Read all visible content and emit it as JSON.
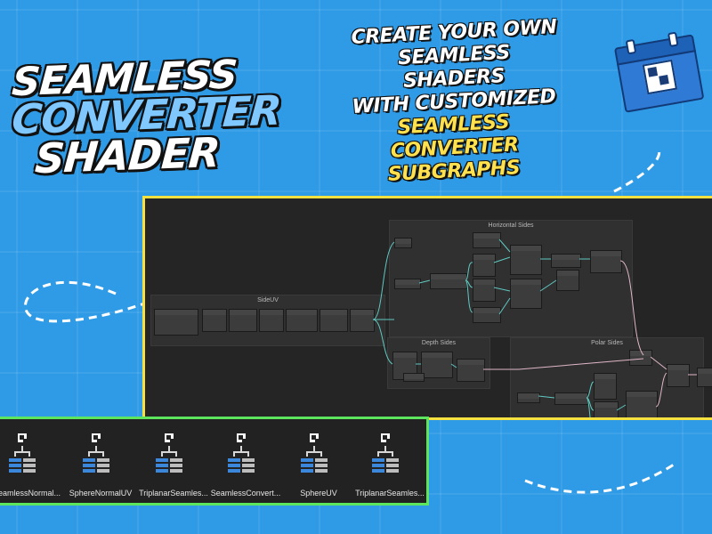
{
  "headline": {
    "line1": "SEAMLESS",
    "line2": "CONVERTER",
    "line3": "SHADER"
  },
  "tagline": {
    "line1": "CREATE YOUR OWN",
    "line2": "SEAMLESS",
    "line3": "SHADERS",
    "line4": "WITH CUSTOMIZED",
    "line5": "SEAMLESS CONVERTER",
    "line6": "SUBGRAPHS"
  },
  "graph": {
    "groups": {
      "horizontal": "Horizontal Sides",
      "sideuv": "SideUV",
      "depth": "Depth Sides",
      "polar": "Polar Sides"
    }
  },
  "assets": [
    {
      "label": "SeamlessNormal..."
    },
    {
      "label": "SphereNormalUV"
    },
    {
      "label": "TriplanarSeamles..."
    },
    {
      "label": "SeamlessConvert..."
    },
    {
      "label": "SphereUV"
    },
    {
      "label": "TriplanarSeamles..."
    }
  ],
  "colors": {
    "background": "#2f9be6",
    "editor_border": "#f5e13f",
    "panel_border": "#5de55d",
    "wire_teal": "#5fc9c0",
    "wire_pink": "#e0b7c8",
    "accent_yellow": "#ffe14d"
  }
}
